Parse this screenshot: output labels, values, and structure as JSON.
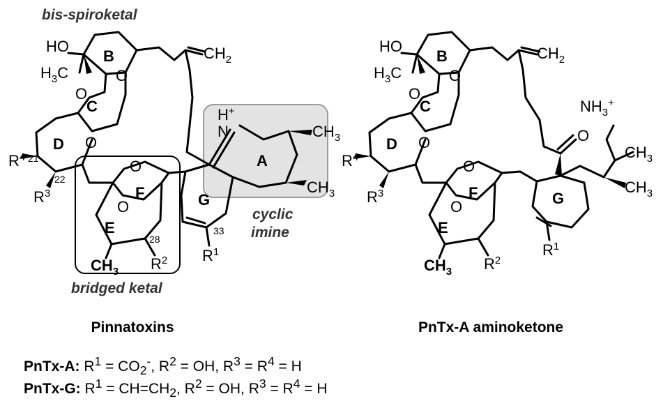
{
  "annotations": {
    "bis_spiroketal": "bis-spiroketal",
    "bridged_ketal": "bridged ketal",
    "cyclic": "cyclic",
    "imine": "imine"
  },
  "ring_labels": {
    "A": "A",
    "B": "B",
    "C": "C",
    "D": "D",
    "E": "E",
    "F": "F",
    "G": "G"
  },
  "atom_numbers": {
    "n21": "21",
    "n22": "22",
    "n28": "28",
    "n33": "33"
  },
  "captions": {
    "left": "Pinnatoxins",
    "right": "PnTx-A aminoketone"
  },
  "legend": [
    {
      "name": "PnTx-A:",
      "text": "R1 = CO2-, R2 = OH, R3 = R4 = H"
    },
    {
      "name": "PnTx-G:",
      "text": "R1 = CH=CH2, R2 = OH, R3 = R4 = H"
    }
  ],
  "colors": {
    "imine_box": "#e3e3e3",
    "imine_border": "#9a9a9a"
  }
}
